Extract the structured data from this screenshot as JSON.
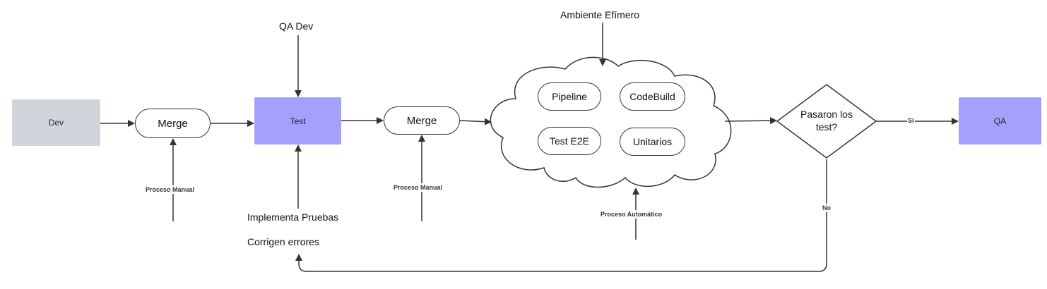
{
  "nodes": {
    "dev": "Dev",
    "merge_1": "Merge",
    "test": "Test",
    "merge_2": "Merge",
    "qa": "QA",
    "decision": "Pasaron los test?"
  },
  "cloud": {
    "title": "Ambiente Efímero",
    "items": [
      "Pipeline",
      "CodeBuild",
      "Test E2E",
      "Unitarios"
    ]
  },
  "labels": {
    "qa_dev": "QA Dev",
    "proceso_manual_1": "Proceso Manual",
    "proceso_manual_2": "Proceso Manual",
    "proceso_automatico": "Proceso Automático",
    "implementa_pruebas": "Implementa Pruebas",
    "corrigen_errores": "Corrigen errores",
    "si": "Sí",
    "no": "No"
  }
}
